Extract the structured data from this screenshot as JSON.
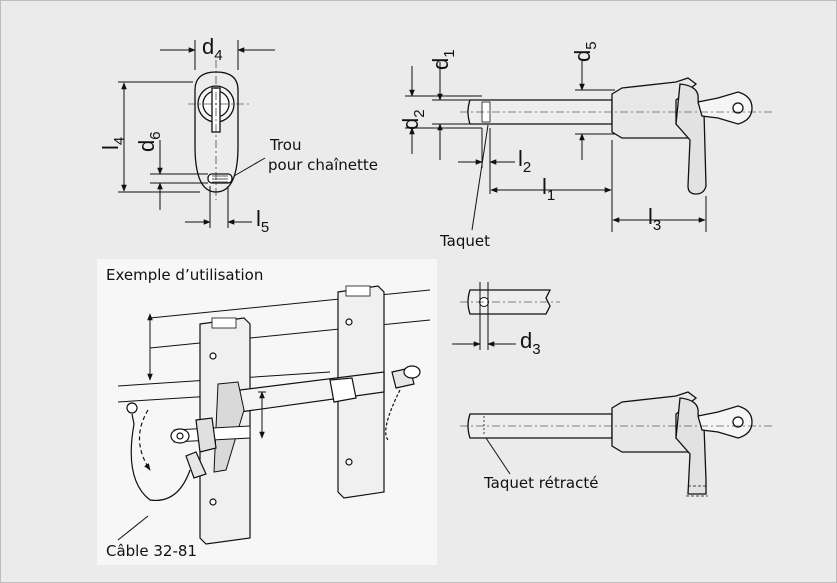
{
  "colors": {
    "background": "#ebebeb",
    "inset": "#f7f7f7",
    "line": "#111111",
    "part_fill": "#e6e6e6",
    "key_fill": "#f5f5f5"
  },
  "dims": {
    "d4": "d",
    "d4_sub": "4",
    "d1": "d",
    "d1_sub": "1",
    "d5": "d",
    "d5_sub": "5",
    "d2": "d",
    "d2_sub": "2",
    "d6": "d",
    "d6_sub": "6",
    "l4": "l",
    "l4_sub": "4",
    "l5": "l",
    "l5_sub": "5",
    "l2": "l",
    "l2_sub": "2",
    "l1": "l",
    "l1_sub": "1",
    "l3": "l",
    "l3_sub": "3",
    "d3": "d",
    "d3_sub": "3"
  },
  "labels": {
    "trou_line1": "Trou",
    "trou_line2": "pour chaînette",
    "taquet": "Taquet",
    "exemple": "Exemple d’utilisation",
    "taquet_retracte": "Taquet rétracté",
    "cable": "Câble 32-81"
  }
}
